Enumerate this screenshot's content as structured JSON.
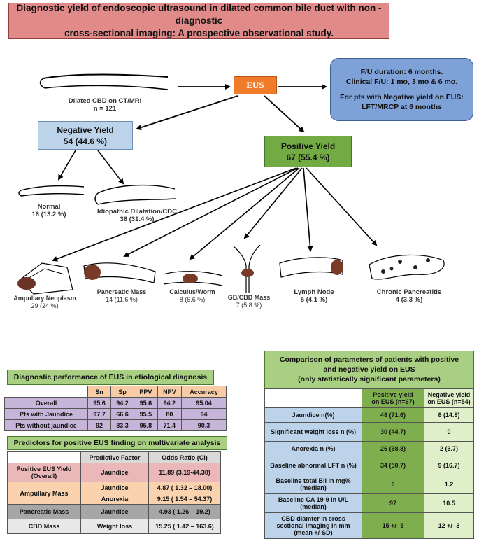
{
  "title": {
    "line1": "Diagnostic yield of endoscopic ultrasound in dilated common bile duct with non -diagnostic",
    "line2": "cross-sectional imaging: A prospective observational study."
  },
  "flow": {
    "start": {
      "line1": "Dilated CBD on CT/MRI",
      "line2": "n = 121"
    },
    "eus": "EUS",
    "followup": {
      "line1": "F/U duration: 6 months.",
      "line2": "Clinical F/U: 1 mo, 3 mo & 6 mo.",
      "line3": "For pts with Negative yield on EUS:",
      "line4": "LFT/MRCP at 6 months"
    },
    "negative": {
      "label": "Negative Yield",
      "value": "54 (44.6 %)"
    },
    "positive": {
      "label": "Positive Yield",
      "value": "67 (55.4 %)"
    },
    "negative_children": [
      {
        "label": "Normal",
        "value": "16 (13.2 %)"
      },
      {
        "label": "Idiopathic Dilatation/CDC",
        "value": "38 (31.4 %)"
      }
    ],
    "positive_children": [
      {
        "label": "Ampullary Neoplasm",
        "value": "29 (24 %)"
      },
      {
        "label": "Pancreatic Mass",
        "value": "14 (11.6 %)"
      },
      {
        "label": "Calculus/Worm",
        "value": "8 (6.6 %)"
      },
      {
        "label": "GB/CBD Mass",
        "value": "7 (5.8 %)"
      },
      {
        "label": "Lymph Node",
        "value": "5 (4.1 %)"
      },
      {
        "label": "Chronic Pancreatitis",
        "value": "4 (3.3 %)"
      }
    ]
  },
  "performance": {
    "title": "Diagnostic performance of EUS in etiological diagnosis",
    "headers": [
      "",
      "Sn",
      "Sp",
      "PPV",
      "NPV",
      "Accuracy"
    ],
    "rows": [
      [
        "Overall",
        "95.6",
        "94.2",
        "95.6",
        "94.2",
        "95.04"
      ],
      [
        "Pts with Jaundice",
        "97.7",
        "66.6",
        "95.5",
        "80",
        "94"
      ],
      [
        "Pts without jaundice",
        "92",
        "83.3",
        "95.8",
        "71.4",
        "90.3"
      ]
    ]
  },
  "predictors": {
    "title": "Predictors for positive EUS finding on multivariate analysis",
    "headers": [
      "",
      "Predictive Factor",
      "Odds Ratio (CI)"
    ],
    "rows": [
      {
        "group": "Positive EUS Yield (Overall)",
        "factor": "Jaundice",
        "or": "11.89 (3.19-44.30)"
      },
      {
        "group": "Ampullary Mass",
        "factor": "Jaundice",
        "or": "4.87 ( 1.32 – 18.00)"
      },
      {
        "group": "",
        "factor": "Anorexia",
        "or": "9.15 ( 1.54 – 54.37)"
      },
      {
        "group": "Pancreatic Mass",
        "factor": "Jaundice",
        "or": "4.93 ( 1.26 – 19.2)"
      },
      {
        "group": "CBD Mass",
        "factor": "Weight loss",
        "or": "15.25 ( 1.42 – 163.6)"
      }
    ]
  },
  "comparison": {
    "title_line1": "Comparison of parameters of patients with positive",
    "title_line2": "and negative yield on EUS",
    "title_line3": "(only statistically significant parameters)",
    "col_pos": {
      "line1": "Positive yield",
      "line2": "on EUS (n=67)"
    },
    "col_neg": {
      "line1": "Negative yield",
      "line2": "on EUS (n=54)"
    },
    "rows": [
      {
        "label": "Jaundice n(%)",
        "pos": "48 (71.6)",
        "neg": "8 (14.8)"
      },
      {
        "label": "Significant weight loss n (%)",
        "pos": "30 (44.7)",
        "neg": "0"
      },
      {
        "label": "Anorexia n (%)",
        "pos": "26 (38.8)",
        "neg": "2 (3.7)"
      },
      {
        "label": "Baseline abnormal LFT n (%)",
        "pos": "34 (50.7)",
        "neg": "9 (16.7)"
      },
      {
        "label": "Baseline total Bil in mg% (median)",
        "pos": "6",
        "neg": "1.2"
      },
      {
        "label": "Baseline CA 19-9 in U/L (median)",
        "pos": "97",
        "neg": "10.5"
      },
      {
        "label": "CBD diamter in cross sectional imaging in mm (mean +/-SD)",
        "pos": "15 +/- 5",
        "neg": "12 +/- 3"
      }
    ]
  },
  "colors": {
    "title_bg": "#e08a8a",
    "eus_bg": "#f07b28",
    "followup_bg": "#7ea1d8",
    "negative_bg": "#bdd3ea",
    "positive_bg": "#72ab44",
    "table_header": "#a9cf82"
  }
}
